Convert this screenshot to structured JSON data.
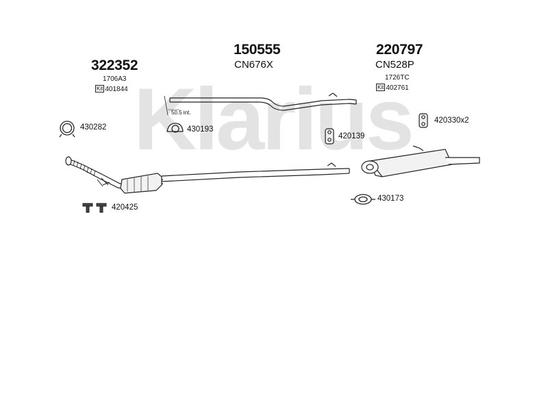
{
  "watermark": "Klarius",
  "groups": [
    {
      "part_number": "322352",
      "code": "1706A3",
      "kit_tag": "Kit",
      "kit_number": "401844"
    },
    {
      "part_number": "150555",
      "code": "CN676X"
    },
    {
      "part_number": "220797",
      "code": "CN528P",
      "sub_code": "1726TC",
      "kit_tag": "Kit",
      "kit_number": "402761"
    }
  ],
  "pipe_note": "50.5 int.",
  "fittings": [
    {
      "label": "430282"
    },
    {
      "label": "430193"
    },
    {
      "label": "420139"
    },
    {
      "label": "420330x2"
    },
    {
      "label": "420425"
    },
    {
      "label": "430173"
    }
  ],
  "colors": {
    "watermark": "#e3e3e3",
    "line": "#222222",
    "fill": "#f2f2f2"
  }
}
